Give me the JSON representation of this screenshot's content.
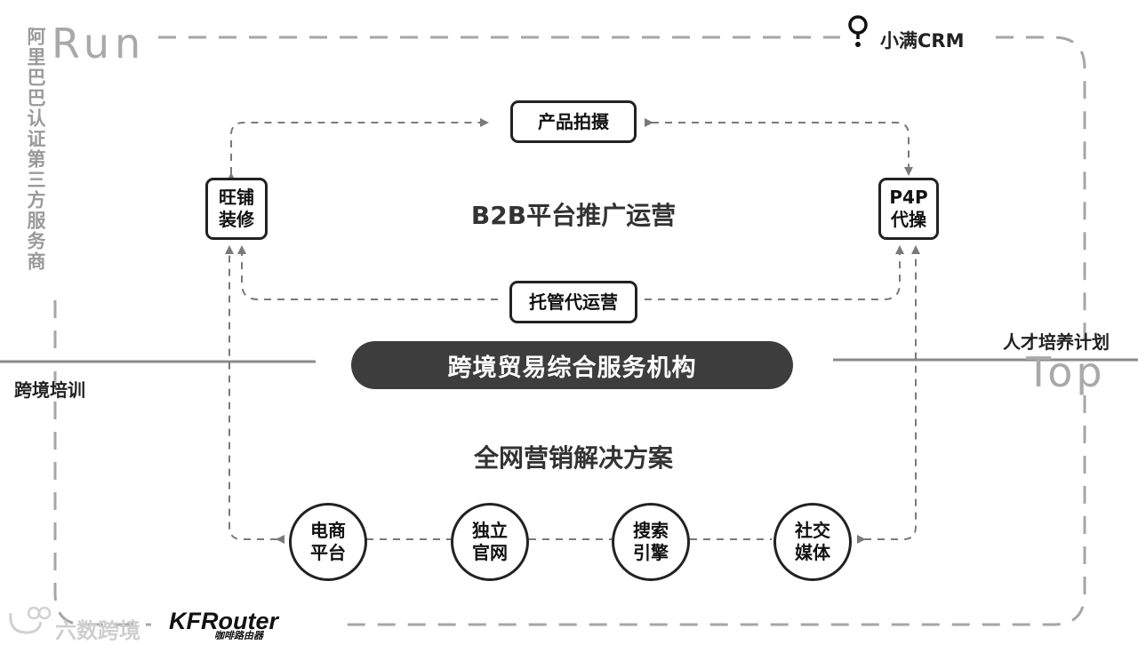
{
  "frame": {
    "vertical_text": "阿里巴巴认证第三方服务商",
    "run_word": "Run",
    "top_word": "Top",
    "brand_name": "小满CRM",
    "left_label": "跨境培训",
    "right_label": "人才培养计划"
  },
  "b2b": {
    "heading": "B2B平台推广运营",
    "photo_box": "产品拍摄",
    "store_box": [
      "旺铺",
      "装修"
    ],
    "p4p_box": [
      "P4P",
      "代操"
    ],
    "hosting_box": "托管代运营"
  },
  "center_pill": "跨境贸易综合服务机构",
  "marketing": {
    "heading": "全网营销解决方案",
    "channels": [
      [
        "电商",
        "平台"
      ],
      [
        "独立",
        "官网"
      ],
      [
        "搜索",
        "引擎"
      ],
      [
        "社交",
        "媒体"
      ]
    ]
  },
  "footer": {
    "watermark": "六数跨境",
    "kf_logo": "KFRouter",
    "kf_sub": "咖啡路由器"
  },
  "colors": {
    "dash": "#7a7a7a",
    "frame_dash": "#a6a6a6",
    "pill_bg": "#3d3d3d",
    "line": "#8a8a8a"
  }
}
